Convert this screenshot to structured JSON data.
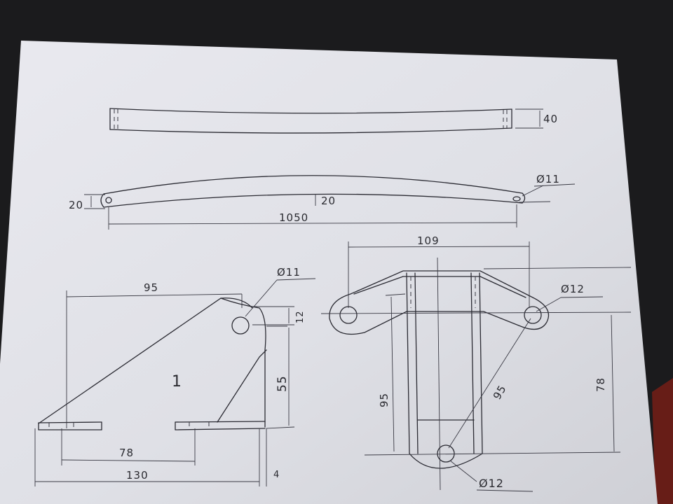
{
  "drawing": {
    "top_view": {
      "height_label": "40"
    },
    "side_view": {
      "end_height_label": "20",
      "mid_height_label": "20",
      "length_label": "1050",
      "hole_label": "Ø11"
    },
    "bracket": {
      "top_width_label": "95",
      "hole_label": "Ø11",
      "hole_offset_label": "12",
      "height_label": "55",
      "part_number": "1",
      "inner_length_label": "78",
      "total_length_label": "130",
      "thickness_label": "4"
    },
    "frame": {
      "width_label": "109",
      "right_hole_label": "Ø12",
      "diagonal_label": "95",
      "left_height_label": "95",
      "right_height_label": "78",
      "bottom_hole_label": "Ø12"
    }
  },
  "colors": {
    "background": "#1b1b1d",
    "paper": "#e4e4ea",
    "ink": "#2b2b33"
  }
}
